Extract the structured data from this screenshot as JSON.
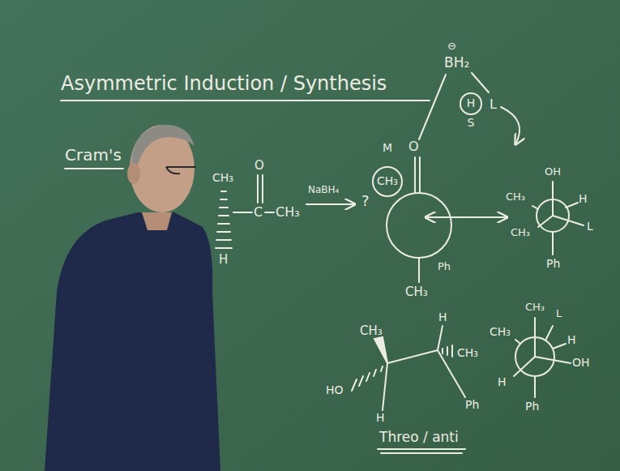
{
  "diagram": {
    "title": "Asymmetric Induction / Synthesis",
    "nodes": [
      {
        "text": [
          "M",
          "CH₃"
        ]
      },
      {
        "text": [
          "H",
          "S"
        ]
      }
    ],
    "labels": [
      "Cram's",
      "CH₃",
      "O",
      "C",
      "CH₃",
      "H",
      "NaBH₄",
      "?",
      "⊖",
      "BH₂",
      "O",
      "L",
      "CH₃",
      "Ph",
      "OH",
      "H",
      "CH₃",
      "L",
      "CH₃",
      "Ph",
      "CH₃",
      "H",
      "CH₃",
      "HO",
      "H",
      "Ph",
      "Threo / anti",
      "CH₃",
      "CH₃",
      "L",
      "H",
      "OH",
      "H",
      "Ph"
    ]
  }
}
